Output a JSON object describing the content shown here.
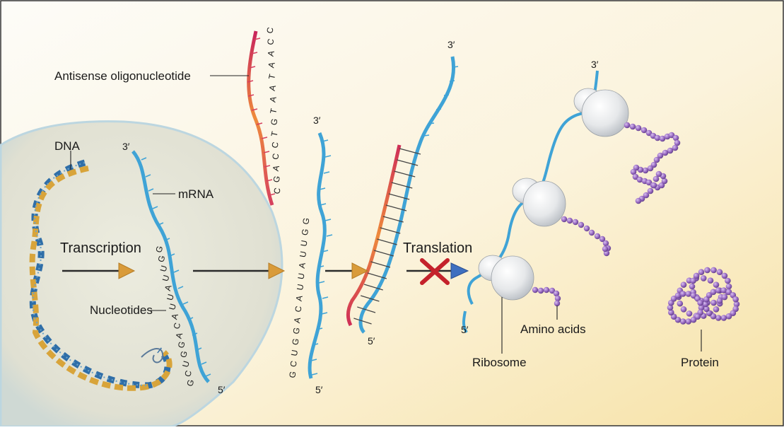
{
  "labels": {
    "antisense": "Antisense oligonucleotide",
    "dna": "DNA",
    "mrna": "mRNA",
    "transcription": "Transcription",
    "nucleotides": "Nucleotides",
    "translation": "Translation",
    "amino_acids": "Amino acids",
    "ribosome": "Ribosome",
    "protein": "Protein"
  },
  "primes": {
    "three": "3′",
    "five": "5′"
  },
  "sequences": {
    "mrna": [
      "G",
      "C",
      "U",
      "G",
      "G",
      "A",
      "C",
      "A",
      "U",
      "U",
      "A",
      "U",
      "U",
      "G",
      "G"
    ],
    "antisense": [
      "C",
      "G",
      "A",
      "C",
      "C",
      "T",
      "G",
      "T",
      "A",
      "A",
      "T",
      "A",
      "A",
      "C",
      "C"
    ]
  },
  "colors": {
    "background_top": "#fdfcf8",
    "background_bottom": "#f9e7b4",
    "nucleus": "#e6e6da",
    "nucleus_edge": "#c6dbe2",
    "mrna_strand": "#3fa3d6",
    "antisense_strand": "#d6405f",
    "antisense_mid": "#ef8a3a",
    "dna_gold": "#d8a43a",
    "dna_blue": "#2f6ea8",
    "arrow": "#e2a84a",
    "translation_arrow": "#4b7fc9",
    "block_x": "#c4222b",
    "amino_acid": "#8f5fb6",
    "ribosome": "#e3e5e7"
  }
}
